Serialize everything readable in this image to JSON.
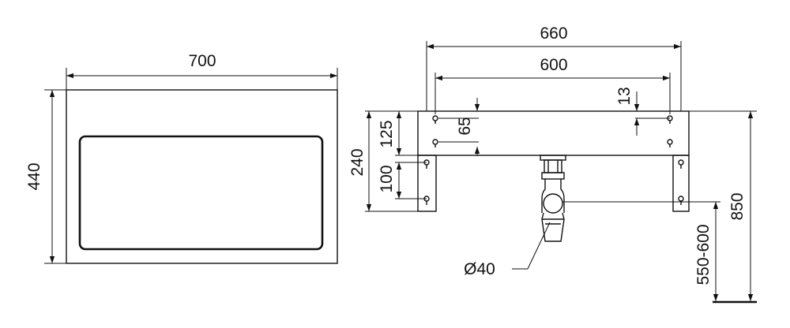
{
  "front_view": {
    "width_label": "700",
    "height_label": "440"
  },
  "side_view": {
    "overall_width_label": "660",
    "hole_spacing_label": "600",
    "top_offset_label": "13",
    "height_240_label": "240",
    "height_125_label": "125",
    "height_100_label": "100",
    "height_65_label": "65",
    "total_height_label": "850",
    "drain_height_label": "550-600",
    "drain_diameter_label": "Ø40"
  }
}
